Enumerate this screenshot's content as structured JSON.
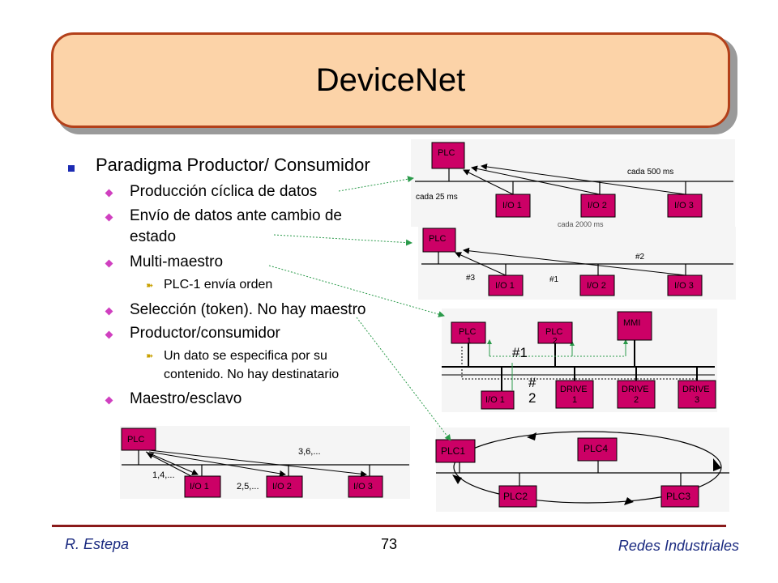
{
  "title": "DeviceNet",
  "bullets": {
    "b1": "Paradigma Productor/ Consumidor",
    "b1_1": "Producción cíclica de datos",
    "b1_2a": "Envío de datos ante cambio de",
    "b1_2b": "estado",
    "b1_3": "Multi-maestro",
    "b1_3_1": "PLC-1 envía orden",
    "b1_4": "Selección (token). No hay maestro",
    "b1_5": "Productor/consumidor",
    "b1_5_1a": "Un dato se especifica por su",
    "b1_5_1b": "contenido. No hay destinatario",
    "b1_6": "Maestro/esclavo"
  },
  "diagrams": {
    "d1": {
      "plc": "PLC",
      "io1": "I/O 1",
      "io2": "I/O 2",
      "io3": "I/O 3",
      "note_top": "cada 500 ms",
      "note_left": "cada 25 ms",
      "note_cut": "cada 2000 ms"
    },
    "d2": {
      "plc": "PLC",
      "io1": "I/O 1",
      "io2": "I/O 2",
      "io3": "I/O 3",
      "n1": "#2",
      "n2": "#3",
      "n3": "#1"
    },
    "d3": {
      "plc1": "PLC",
      "plc1_sub": "1",
      "plc2": "PLC",
      "plc2_sub": "2",
      "mmi": "MMI",
      "io1": "I/O 1",
      "drive1a": "DRIVE",
      "drive1b": "1",
      "drive2a": "DRIVE",
      "drive2b": "2",
      "drive3a": "DRIVE",
      "drive3b": "3",
      "n1": "#1",
      "n2a": "#",
      "n2b": "2"
    },
    "d4": {
      "plc1": "PLC1",
      "plc2": "PLC2",
      "plc3": "PLC3",
      "plc4": "PLC4"
    },
    "d5": {
      "plc": "PLC",
      "io1": "I/O  1",
      "io2": "I/O 2",
      "io3": "I/O 3",
      "n1": "3,6,...",
      "n2": "1,4,...",
      "n3": "2,5,..."
    }
  },
  "footer": {
    "author": "R. Estepa",
    "page": "73",
    "course": "Redes Industriales"
  },
  "colors": {
    "title_fill": "#fcd3a8",
    "title_border": "#b3401a",
    "box_fill": "#cc0066",
    "accent_blue": "#1c2bb3",
    "footer_line": "#8a1a1a",
    "link_green": "#2a9a4a"
  }
}
